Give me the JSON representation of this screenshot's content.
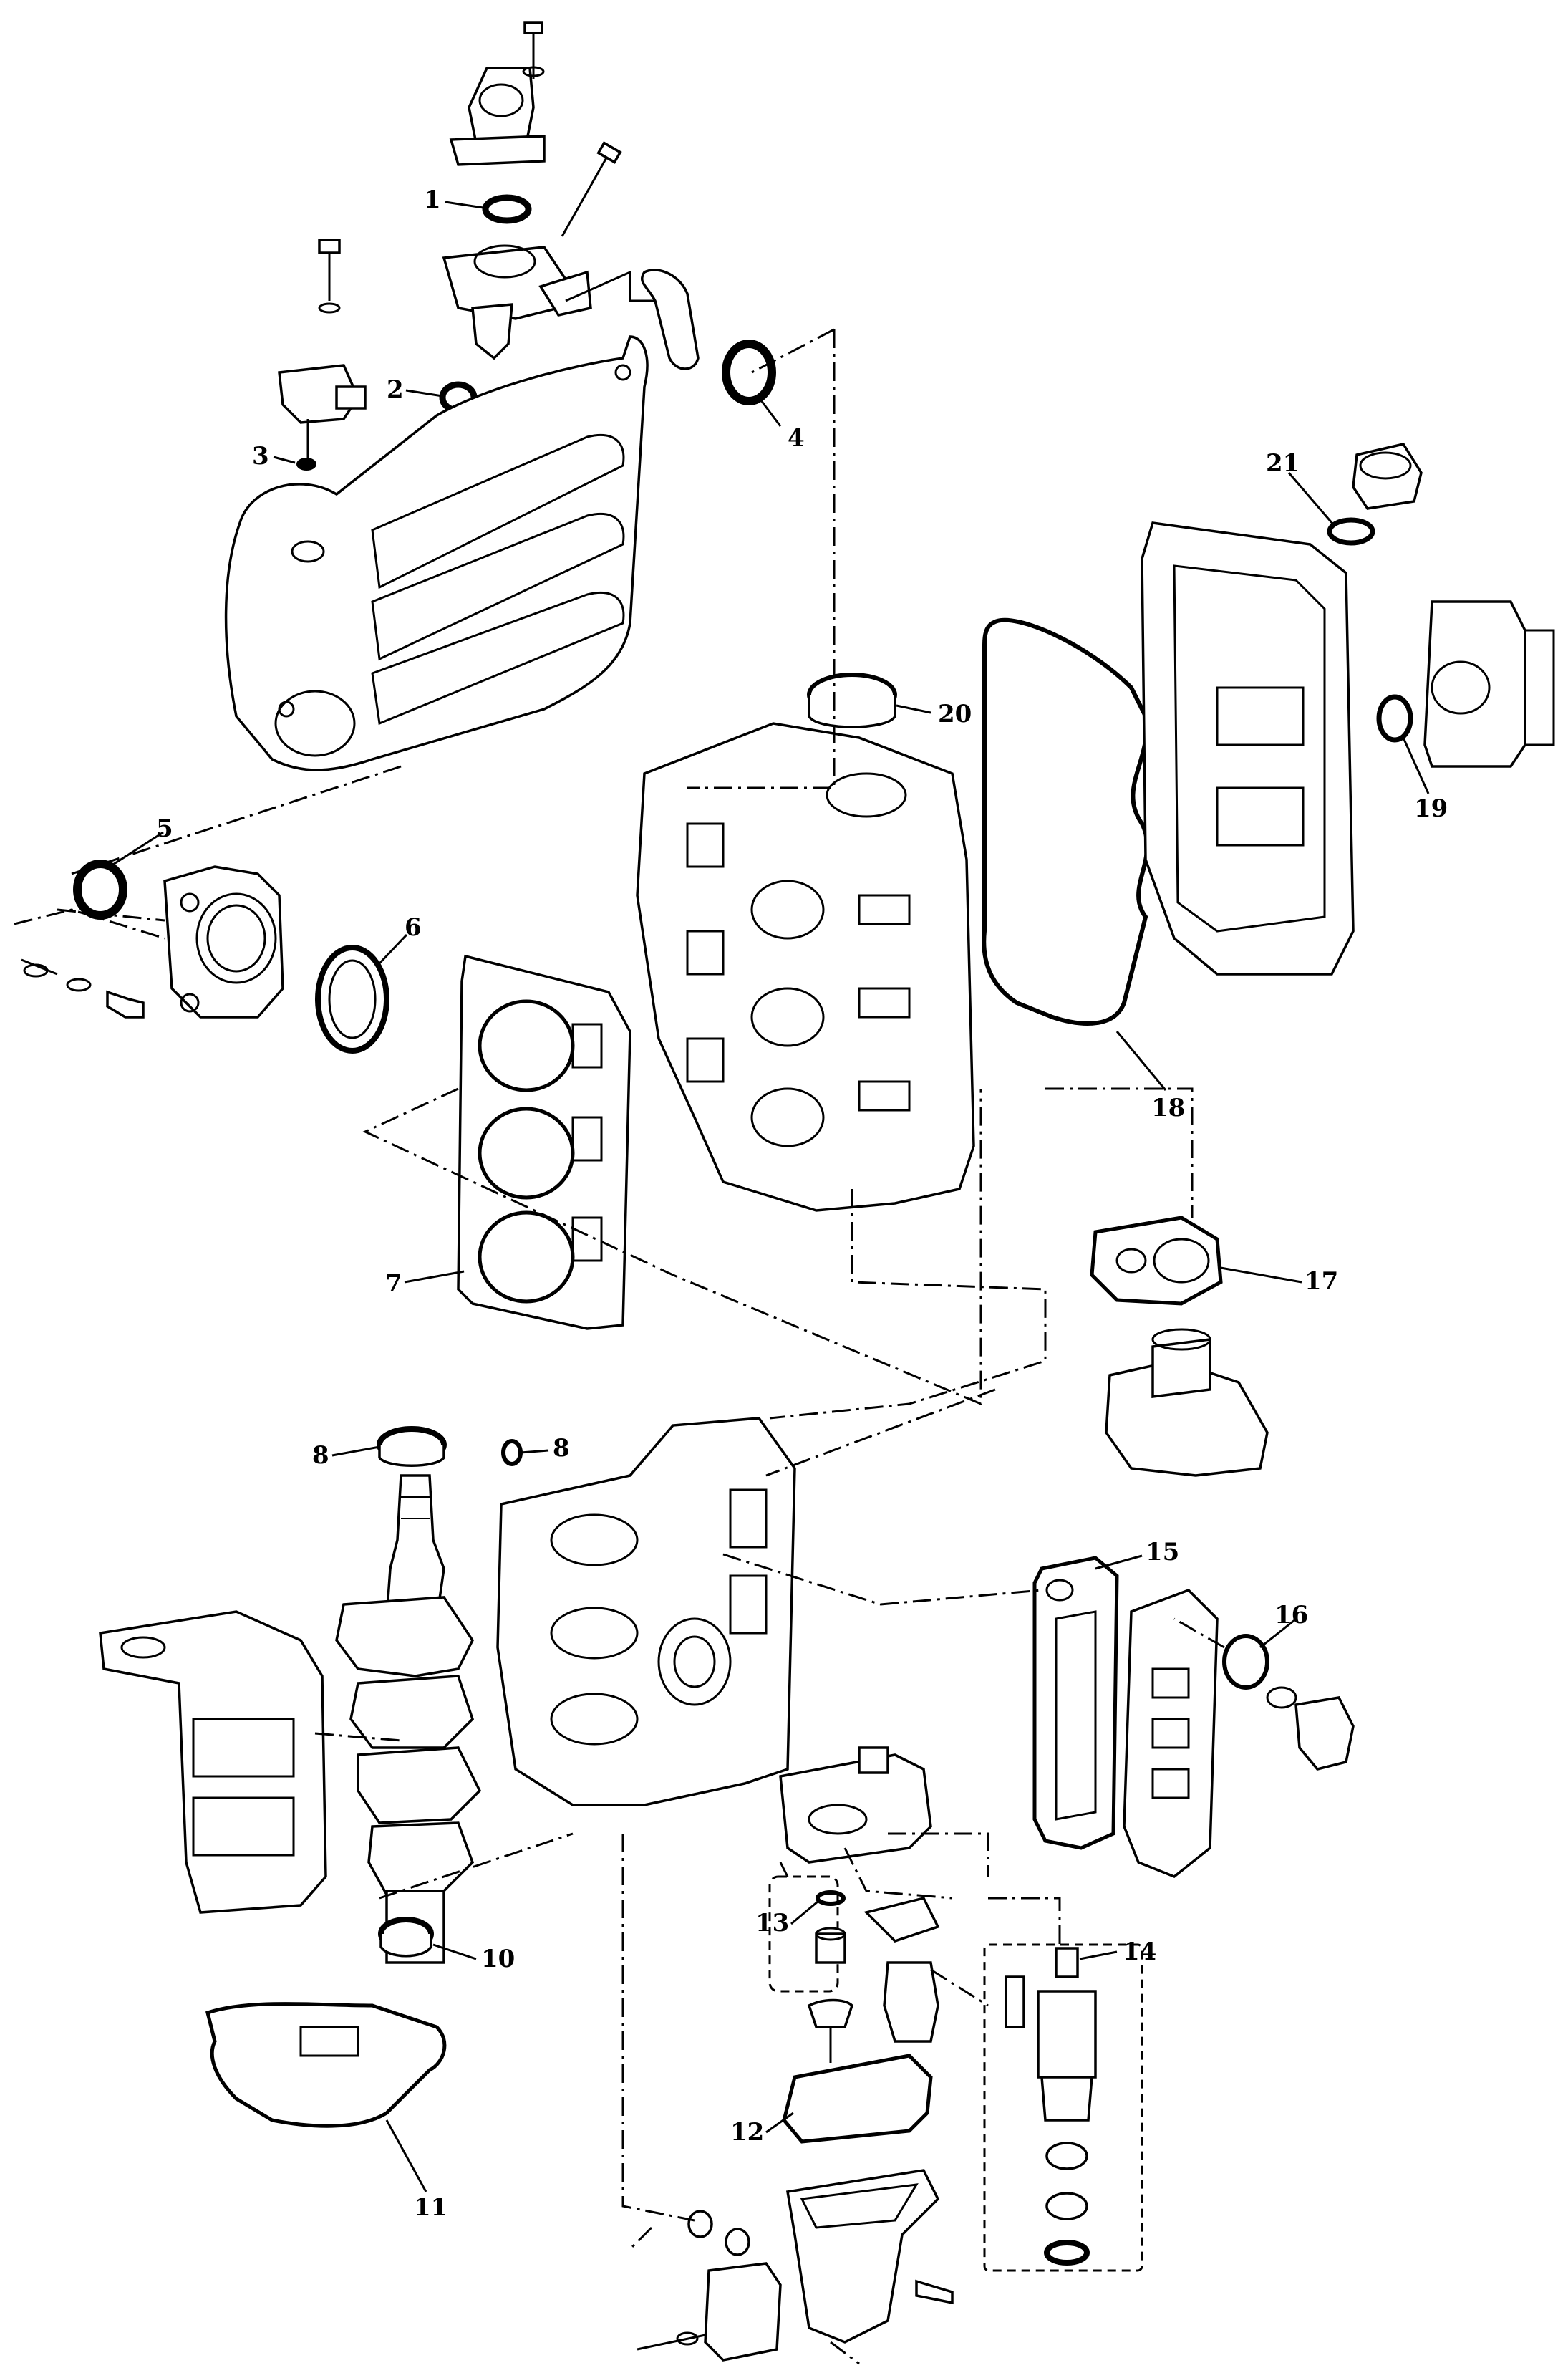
{
  "callouts": [
    {
      "id": "1",
      "label": "1"
    },
    {
      "id": "2",
      "label": "2"
    },
    {
      "id": "3",
      "label": "3"
    },
    {
      "id": "4",
      "label": "4"
    },
    {
      "id": "5",
      "label": "5"
    },
    {
      "id": "6",
      "label": "6"
    },
    {
      "id": "7",
      "label": "7"
    },
    {
      "id": "8a",
      "label": "8"
    },
    {
      "id": "8b",
      "label": "8"
    },
    {
      "id": "10",
      "label": "10"
    },
    {
      "id": "11",
      "label": "11"
    },
    {
      "id": "12",
      "label": "12"
    },
    {
      "id": "13",
      "label": "13"
    },
    {
      "id": "14",
      "label": "14"
    },
    {
      "id": "15",
      "label": "15"
    },
    {
      "id": "16",
      "label": "16"
    },
    {
      "id": "17",
      "label": "17"
    },
    {
      "id": "18",
      "label": "18"
    },
    {
      "id": "19",
      "label": "19"
    },
    {
      "id": "20",
      "label": "20"
    },
    {
      "id": "21",
      "label": "21"
    }
  ]
}
